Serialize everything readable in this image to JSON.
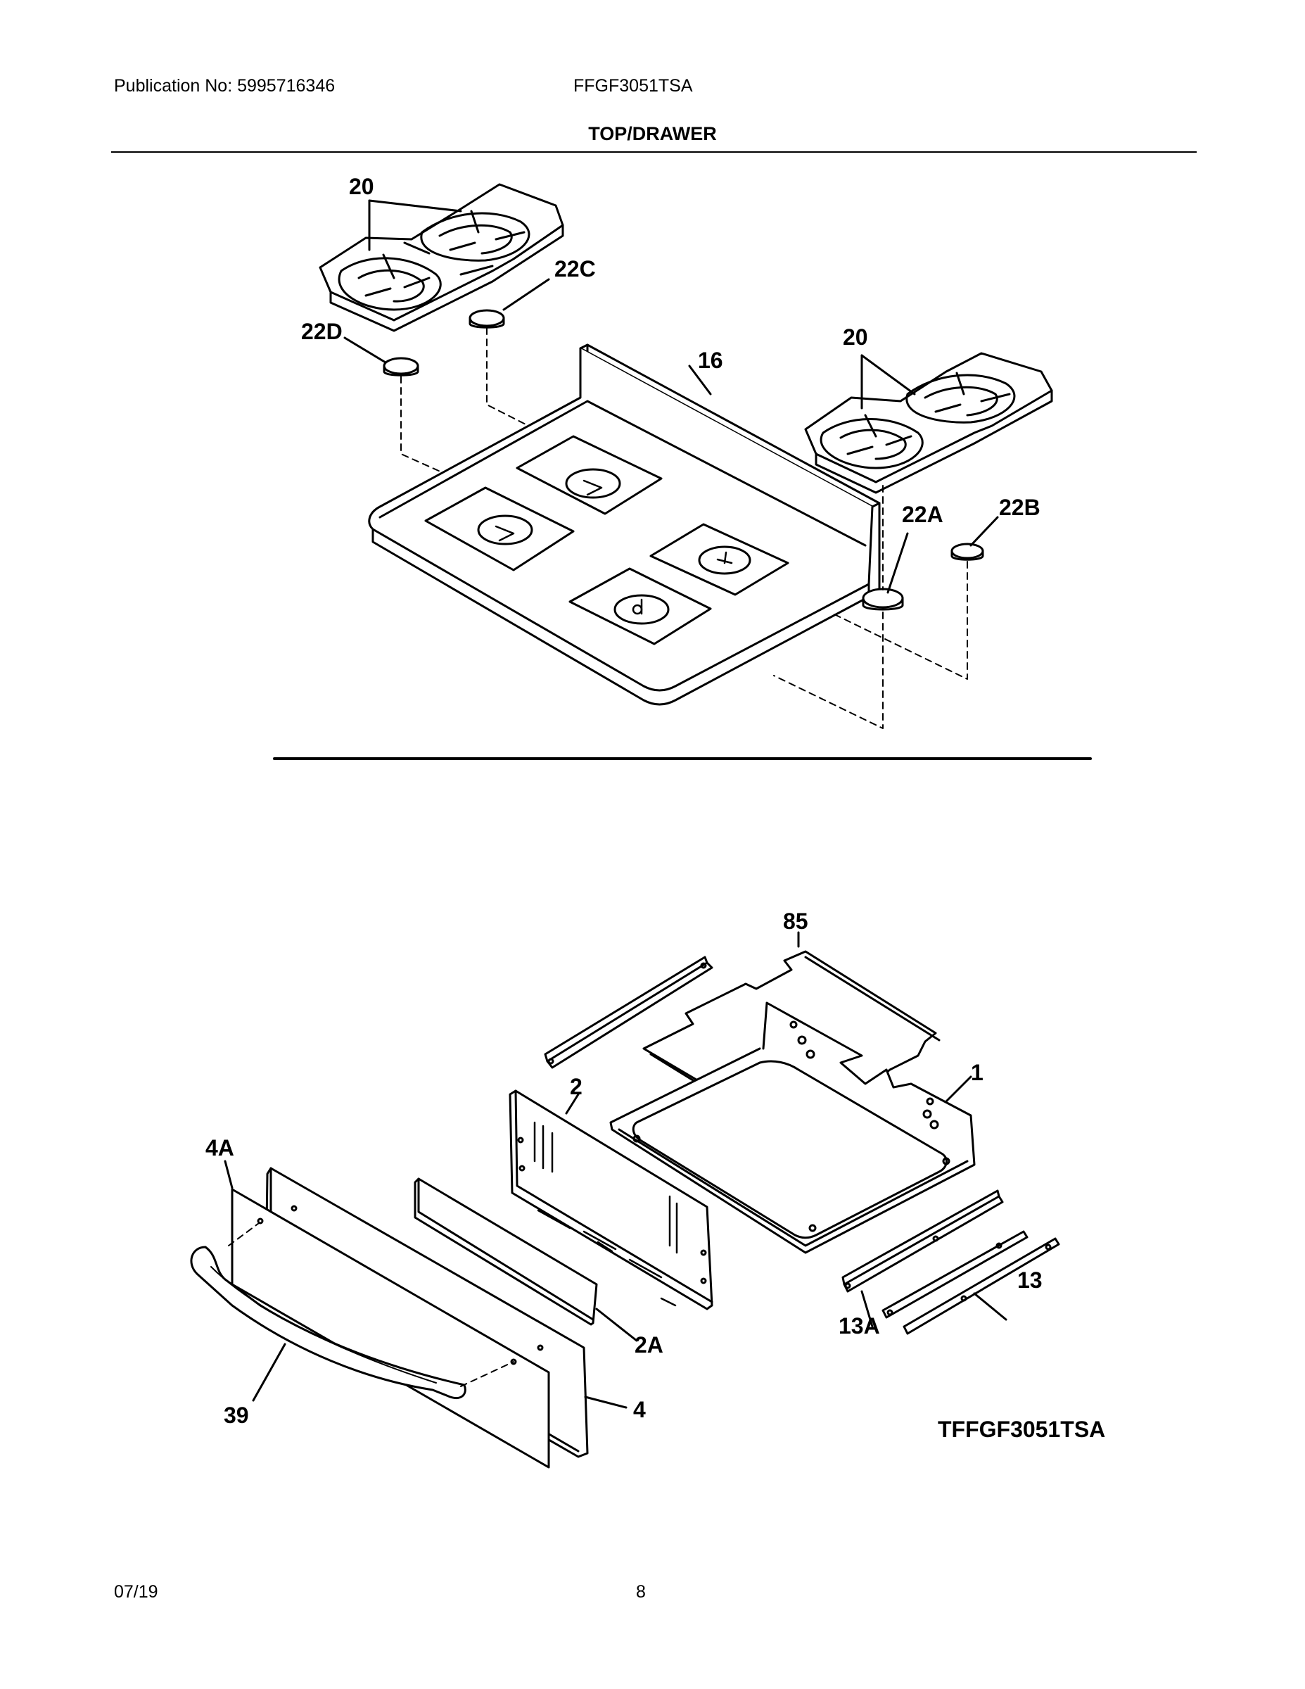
{
  "header": {
    "publication": "Publication No: 5995716346",
    "model": "FFGF3051TSA",
    "section_title": "TOP/DRAWER"
  },
  "callouts": {
    "grate_left": "20",
    "cap_22c": "22C",
    "cap_22d": "22D",
    "cooktop": "16",
    "grate_right": "20",
    "cap_22a": "22A",
    "cap_22b": "22B",
    "drawer_rack": "85",
    "drawer_tub": "1",
    "drawer_back": "2",
    "drawer_front_liner": "4A",
    "drawer_baffle": "2A",
    "slide_13": "13",
    "slide_13a": "13A",
    "handle": "39",
    "drawer_front": "4"
  },
  "diagram_code": "TFFGF3051TSA",
  "footer": {
    "date": "07/19",
    "page": "8"
  }
}
